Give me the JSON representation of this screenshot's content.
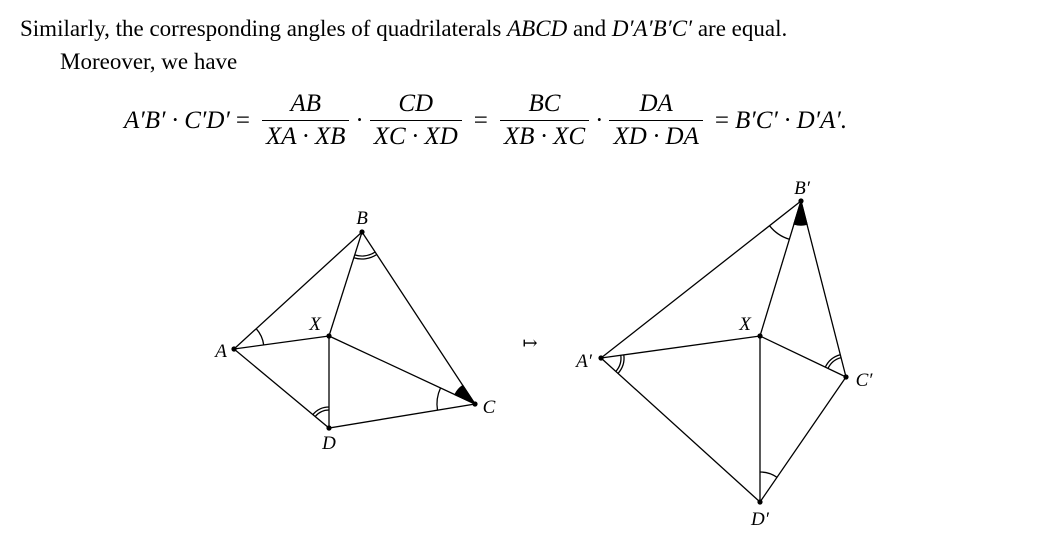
{
  "text": {
    "line1_a": "Similarly, the corresponding angles of quadrilaterals ",
    "line1_m1": "ABCD",
    "line1_b": " and ",
    "line1_m2": "D′A′B′C′",
    "line1_c": " are equal.",
    "line2": "Moreover, we have"
  },
  "equation": {
    "lhs": "A′B′ · C′D′",
    "eq1": "=",
    "f1_num": "AB",
    "f1_den": "XA · XB",
    "dot1": "·",
    "f2_num": "CD",
    "f2_den": "XC · XD",
    "eq2": "=",
    "f3_num": "BC",
    "f3_den": "XB · XC",
    "dot2": "·",
    "f4_num": "DA",
    "f4_den": "XD · DA",
    "eq3": "=",
    "rhs": "B′C′ · D′A′."
  },
  "figure_left": {
    "A": "A",
    "B": "B",
    "C": "C",
    "D": "D",
    "X": "X"
  },
  "maps_to": "↦",
  "figure_right": {
    "A": "A′",
    "B": "B′",
    "C": "C′",
    "D": "D′",
    "X": "X"
  }
}
